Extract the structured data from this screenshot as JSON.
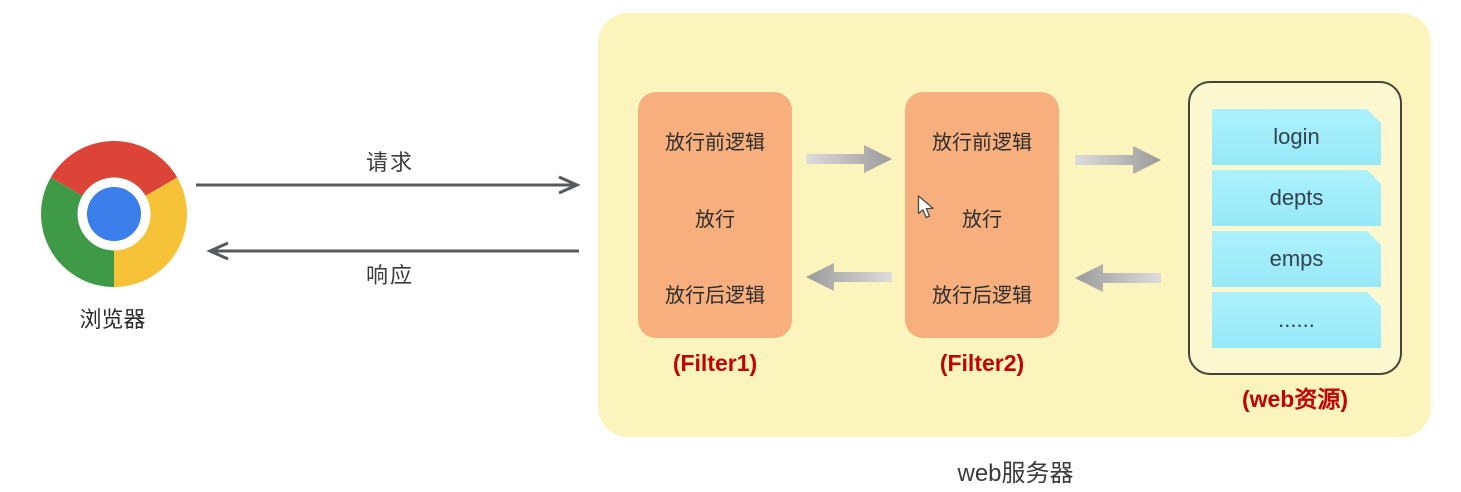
{
  "browser": {
    "label": "浏览器"
  },
  "flow": {
    "request_label": "请求",
    "response_label": "响应"
  },
  "server": {
    "label": "web服务器",
    "filters": [
      {
        "name": "(Filter1)",
        "before_logic": "放行前逻辑",
        "pass": "放行",
        "after_logic": "放行后逻辑"
      },
      {
        "name": "(Filter2)",
        "before_logic": "放行前逻辑",
        "pass": "放行",
        "after_logic": "放行后逻辑"
      }
    ],
    "resources": {
      "label": "(web资源)",
      "items": [
        "login",
        "depts",
        "emps",
        "......"
      ]
    }
  },
  "icons": {
    "browser": "chrome-icon",
    "pointer": "mouse-cursor-icon"
  },
  "colors": {
    "server_bg": "#FBF4BD",
    "filter_bg": "#F6AF7D",
    "resource_item_bg": "#A5EEFB",
    "resource_panel_bg": "#FDF8CF",
    "label_red": "#C00404",
    "block_arrow_gray": "#ABABAB",
    "line_arrow_gray": "#58595B",
    "chrome_red": "#DB4437",
    "chrome_green": "#3E9A47",
    "chrome_yellow": "#F6C338",
    "chrome_blue": "#3B7DE9"
  }
}
